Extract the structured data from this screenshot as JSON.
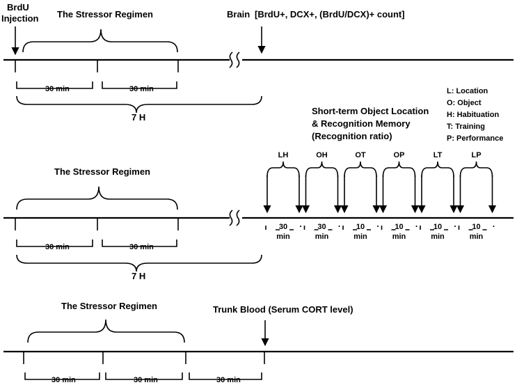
{
  "panel1": {
    "brdu_line1": "BrdU",
    "brdu_line2": "Injection",
    "regimen": "The Stressor Regimen",
    "brain": "Brain",
    "brain_detail": "[BrdU+, DCX+, (BrdU/DCX)+ count]",
    "seg1": "30 min",
    "seg2": "30 min",
    "total": "7 H"
  },
  "panel2": {
    "regimen": "The Stressor Regimen",
    "seg1": "30 min",
    "seg2": "30 min",
    "total": "7 H",
    "memory_line1": "Short-term Object Location",
    "memory_line2": "& Recognition Memory",
    "memory_line3": "(Recognition ratio)",
    "legend": [
      "L: Location",
      "O: Object",
      "H: Habituation",
      "T: Training",
      "P: Performance"
    ],
    "phases": [
      {
        "code": "LH",
        "time_value": "30",
        "time_unit": "min"
      },
      {
        "code": "OH",
        "time_value": "30",
        "time_unit": "min"
      },
      {
        "code": "OT",
        "time_value": "10",
        "time_unit": "min"
      },
      {
        "code": "OP",
        "time_value": "10",
        "time_unit": "min"
      },
      {
        "code": "LT",
        "time_value": "10",
        "time_unit": "min"
      },
      {
        "code": "LP",
        "time_value": "10",
        "time_unit": "min"
      }
    ]
  },
  "panel3": {
    "regimen": "The Stressor Regimen",
    "trunk_blood": "Trunk Blood (Serum CORT level)",
    "seg1": "30 min",
    "seg2": "30 min",
    "seg3": "30 min"
  }
}
